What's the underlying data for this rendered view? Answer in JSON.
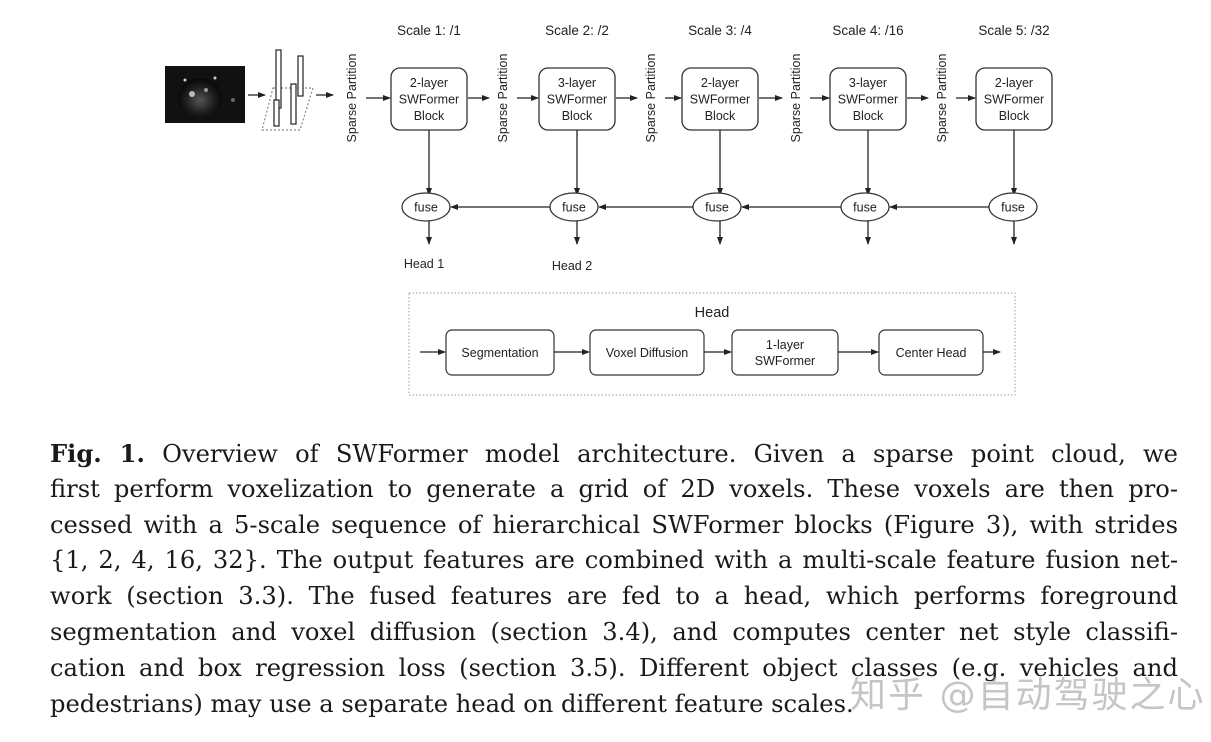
{
  "figure": {
    "scales": [
      {
        "label": "Scale 1: /1",
        "block": [
          "2-layer",
          "SWFormer",
          "Block"
        ]
      },
      {
        "label": "Scale 2: /2",
        "block": [
          "3-layer",
          "SWFormer",
          "Block"
        ]
      },
      {
        "label": "Scale 3: /4",
        "block": [
          "2-layer",
          "SWFormer",
          "Block"
        ]
      },
      {
        "label": "Scale 4: /16",
        "block": [
          "3-layer",
          "SWFormer",
          "Block"
        ]
      },
      {
        "label": "Scale 5: /32",
        "block": [
          "2-layer",
          "SWFormer",
          "Block"
        ]
      }
    ],
    "partition_label": "Sparse Partition",
    "fuse_label": "fuse",
    "head_outputs": [
      "Head 1",
      "Head 2"
    ],
    "head_box": {
      "title": "Head",
      "stages": [
        [
          "Segmentation"
        ],
        [
          "Voxel Diffusion"
        ],
        [
          "1-layer",
          "SWFormer"
        ],
        [
          "Center Head"
        ]
      ]
    }
  },
  "caption": {
    "label": "Fig. 1.",
    "lines": [
      " Overview of SWFormer model architecture. Given a sparse point cloud, we",
      "first perform voxelization to generate a grid of 2D voxels. These voxels are then pro-",
      "cessed with a 5-scale sequence of hierarchical SWFormer blocks (Figure 3), with strides",
      "{1, 2, 4, 16, 32}. The output features are combined with a multi-scale feature fusion net-",
      "work (section 3.3). The fused features are fed to a head, which performs foreground",
      "segmentation and voxel diffusion (section 3.4), and computes center net style classifi-",
      "cation and box regression loss (section 3.5). Different object classes (e.g. vehicles and",
      "pedestrians) may use a separate head on different feature scales."
    ]
  },
  "watermark": "知乎 @自动驾驶之心"
}
